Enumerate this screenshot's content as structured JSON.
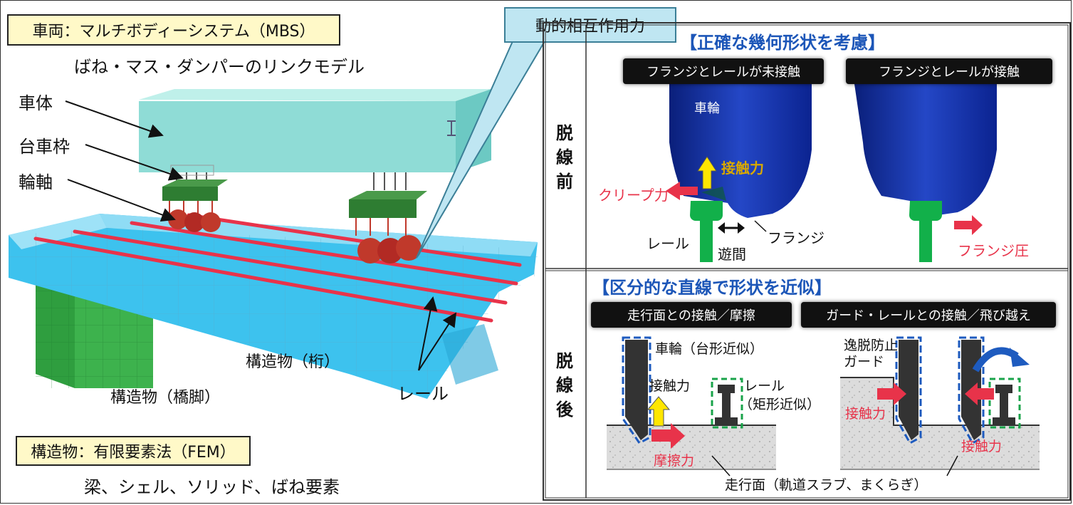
{
  "left": {
    "vehicle_box": "車両：マルチボディーシステム（MBS）",
    "vehicle_sub": "ばね・マス・ダンパーのリンクモデル",
    "labels": {
      "car_body": "車体",
      "bogie_frame": "台車枠",
      "wheelset": "輪軸",
      "girder": "構造物（桁）",
      "pier": "構造物（橋脚）",
      "rail": "レール"
    },
    "structure_box": "構造物：有限要素法（FEM）",
    "structure_sub": "梁、シェル、ソリッド、ばね要素",
    "interaction_callout": "動的相互作用力"
  },
  "right": {
    "top_heading": "【正確な幾何形状を考慮】",
    "row_before": "脱線前",
    "row_after": "脱線後",
    "pill_no_contact": "フランジとレールが未接触",
    "pill_contact": "フランジとレールが接触",
    "wheel": "車輪",
    "contact_force": "接触力",
    "creep_force": "クリープ力",
    "rail": "レール",
    "flange": "フランジ",
    "clearance": "遊間",
    "flange_pressure": "フランジ圧",
    "bottom_heading": "【区分的な直線で形状を近似】",
    "pill_running": "走行面との接触／摩擦",
    "pill_guard": "ガード・レールとの接触／飛び越え",
    "wheel_approx": "車輪（台形近似）",
    "contact_force_b": "接触力",
    "rail_approx_1": "レール",
    "rail_approx_2": "（矩形近似）",
    "friction_force": "摩擦力",
    "guard_1": "逸脱防止",
    "guard_2": "ガード",
    "contact_force_c": "接触力",
    "contact_force_d": "接触力",
    "running_surface": "走行面（軌道スラブ、まくらぎ）"
  },
  "colors": {
    "blue_heading": "#1c56b8",
    "red_label": "#e8334a",
    "yellow_box": "#fff9c8",
    "callout": "#bfe6f2"
  }
}
